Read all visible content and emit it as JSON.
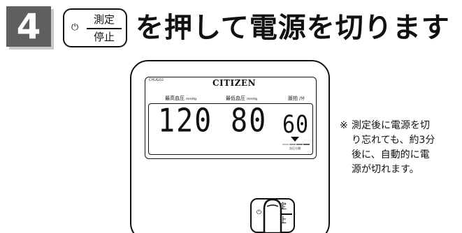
{
  "step": {
    "number": "4"
  },
  "header": {
    "key_icon": {
      "power_glyph": "⏻",
      "top_label": "測定",
      "bottom_label": "停止"
    },
    "text": "を押して電源を切ります"
  },
  "device": {
    "model_text": "CHUG02",
    "brand": "CITIZEN",
    "labels": {
      "systolic": "最高血圧",
      "diastolic": "最低血圧",
      "unit": "mmHg",
      "pulse": "脈拍",
      "pulse_unit": "/分"
    },
    "readings": {
      "systolic": "120",
      "diastolic": "80",
      "pulse": "60"
    },
    "level_caption": "血圧分類",
    "level_colors": [
      "#bdbdbd",
      "#9a9a9a",
      "#7a7a7a",
      "#5a5a5a"
    ],
    "button": {
      "power_glyph": "⏻",
      "top_label": "測定",
      "bottom_label": "停止"
    }
  },
  "note": {
    "mark": "※",
    "lines": [
      "測定後に電源を切",
      "り忘れても、約3分",
      "後に、自動的に電",
      "源が切れます。"
    ]
  }
}
